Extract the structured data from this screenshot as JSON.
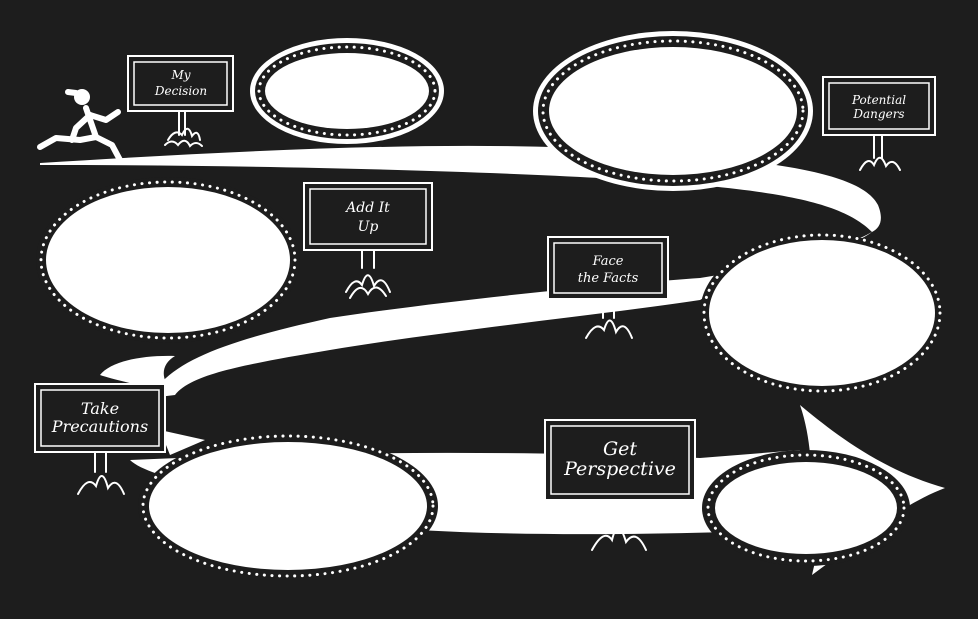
{
  "colors": {
    "background": "#1d1d1d",
    "ink": "#ffffff"
  },
  "signs": [
    {
      "id": "my-decision",
      "lines": [
        "My",
        "Decision"
      ]
    },
    {
      "id": "add-it-up",
      "lines": [
        "Add It",
        "Up"
      ]
    },
    {
      "id": "potential-dangers",
      "lines": [
        "Potential",
        "Dangers"
      ]
    },
    {
      "id": "face-the-facts",
      "lines": [
        "Face",
        "the Facts"
      ]
    },
    {
      "id": "take-precautions",
      "lines": [
        "Take",
        "Precautions"
      ]
    },
    {
      "id": "get-perspective",
      "lines": [
        "Get",
        "Perspective"
      ]
    }
  ],
  "ovals": [
    {
      "id": "oval-1"
    },
    {
      "id": "oval-2"
    },
    {
      "id": "oval-3"
    },
    {
      "id": "oval-4"
    },
    {
      "id": "oval-5"
    },
    {
      "id": "oval-6"
    }
  ],
  "icons": {
    "runner": "running-figure-icon",
    "grass": "grass-tuft-icon"
  }
}
